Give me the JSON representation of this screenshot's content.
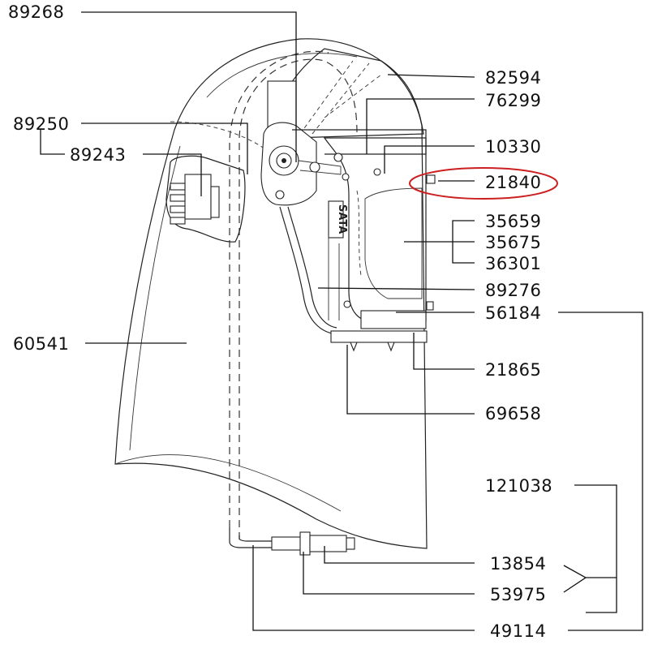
{
  "labels": {
    "p89268": "89268",
    "p82594": "82594",
    "p76299": "76299",
    "p89250": "89250",
    "p89243": "89243",
    "p10330": "10330",
    "p21840": "21840",
    "p35659": "35659",
    "p35675": "35675",
    "p36301": "36301",
    "p89276": "89276",
    "p56184": "56184",
    "p60541": "60541",
    "p21865": "21865",
    "p69658": "69658",
    "p121038": "121038",
    "p13854": "13854",
    "p53975": "53975",
    "p49114": "49114"
  },
  "brand_mark": "SATA",
  "colors": {
    "line": "#111111",
    "highlight": "#cc1f1f",
    "background": "#ffffff"
  }
}
